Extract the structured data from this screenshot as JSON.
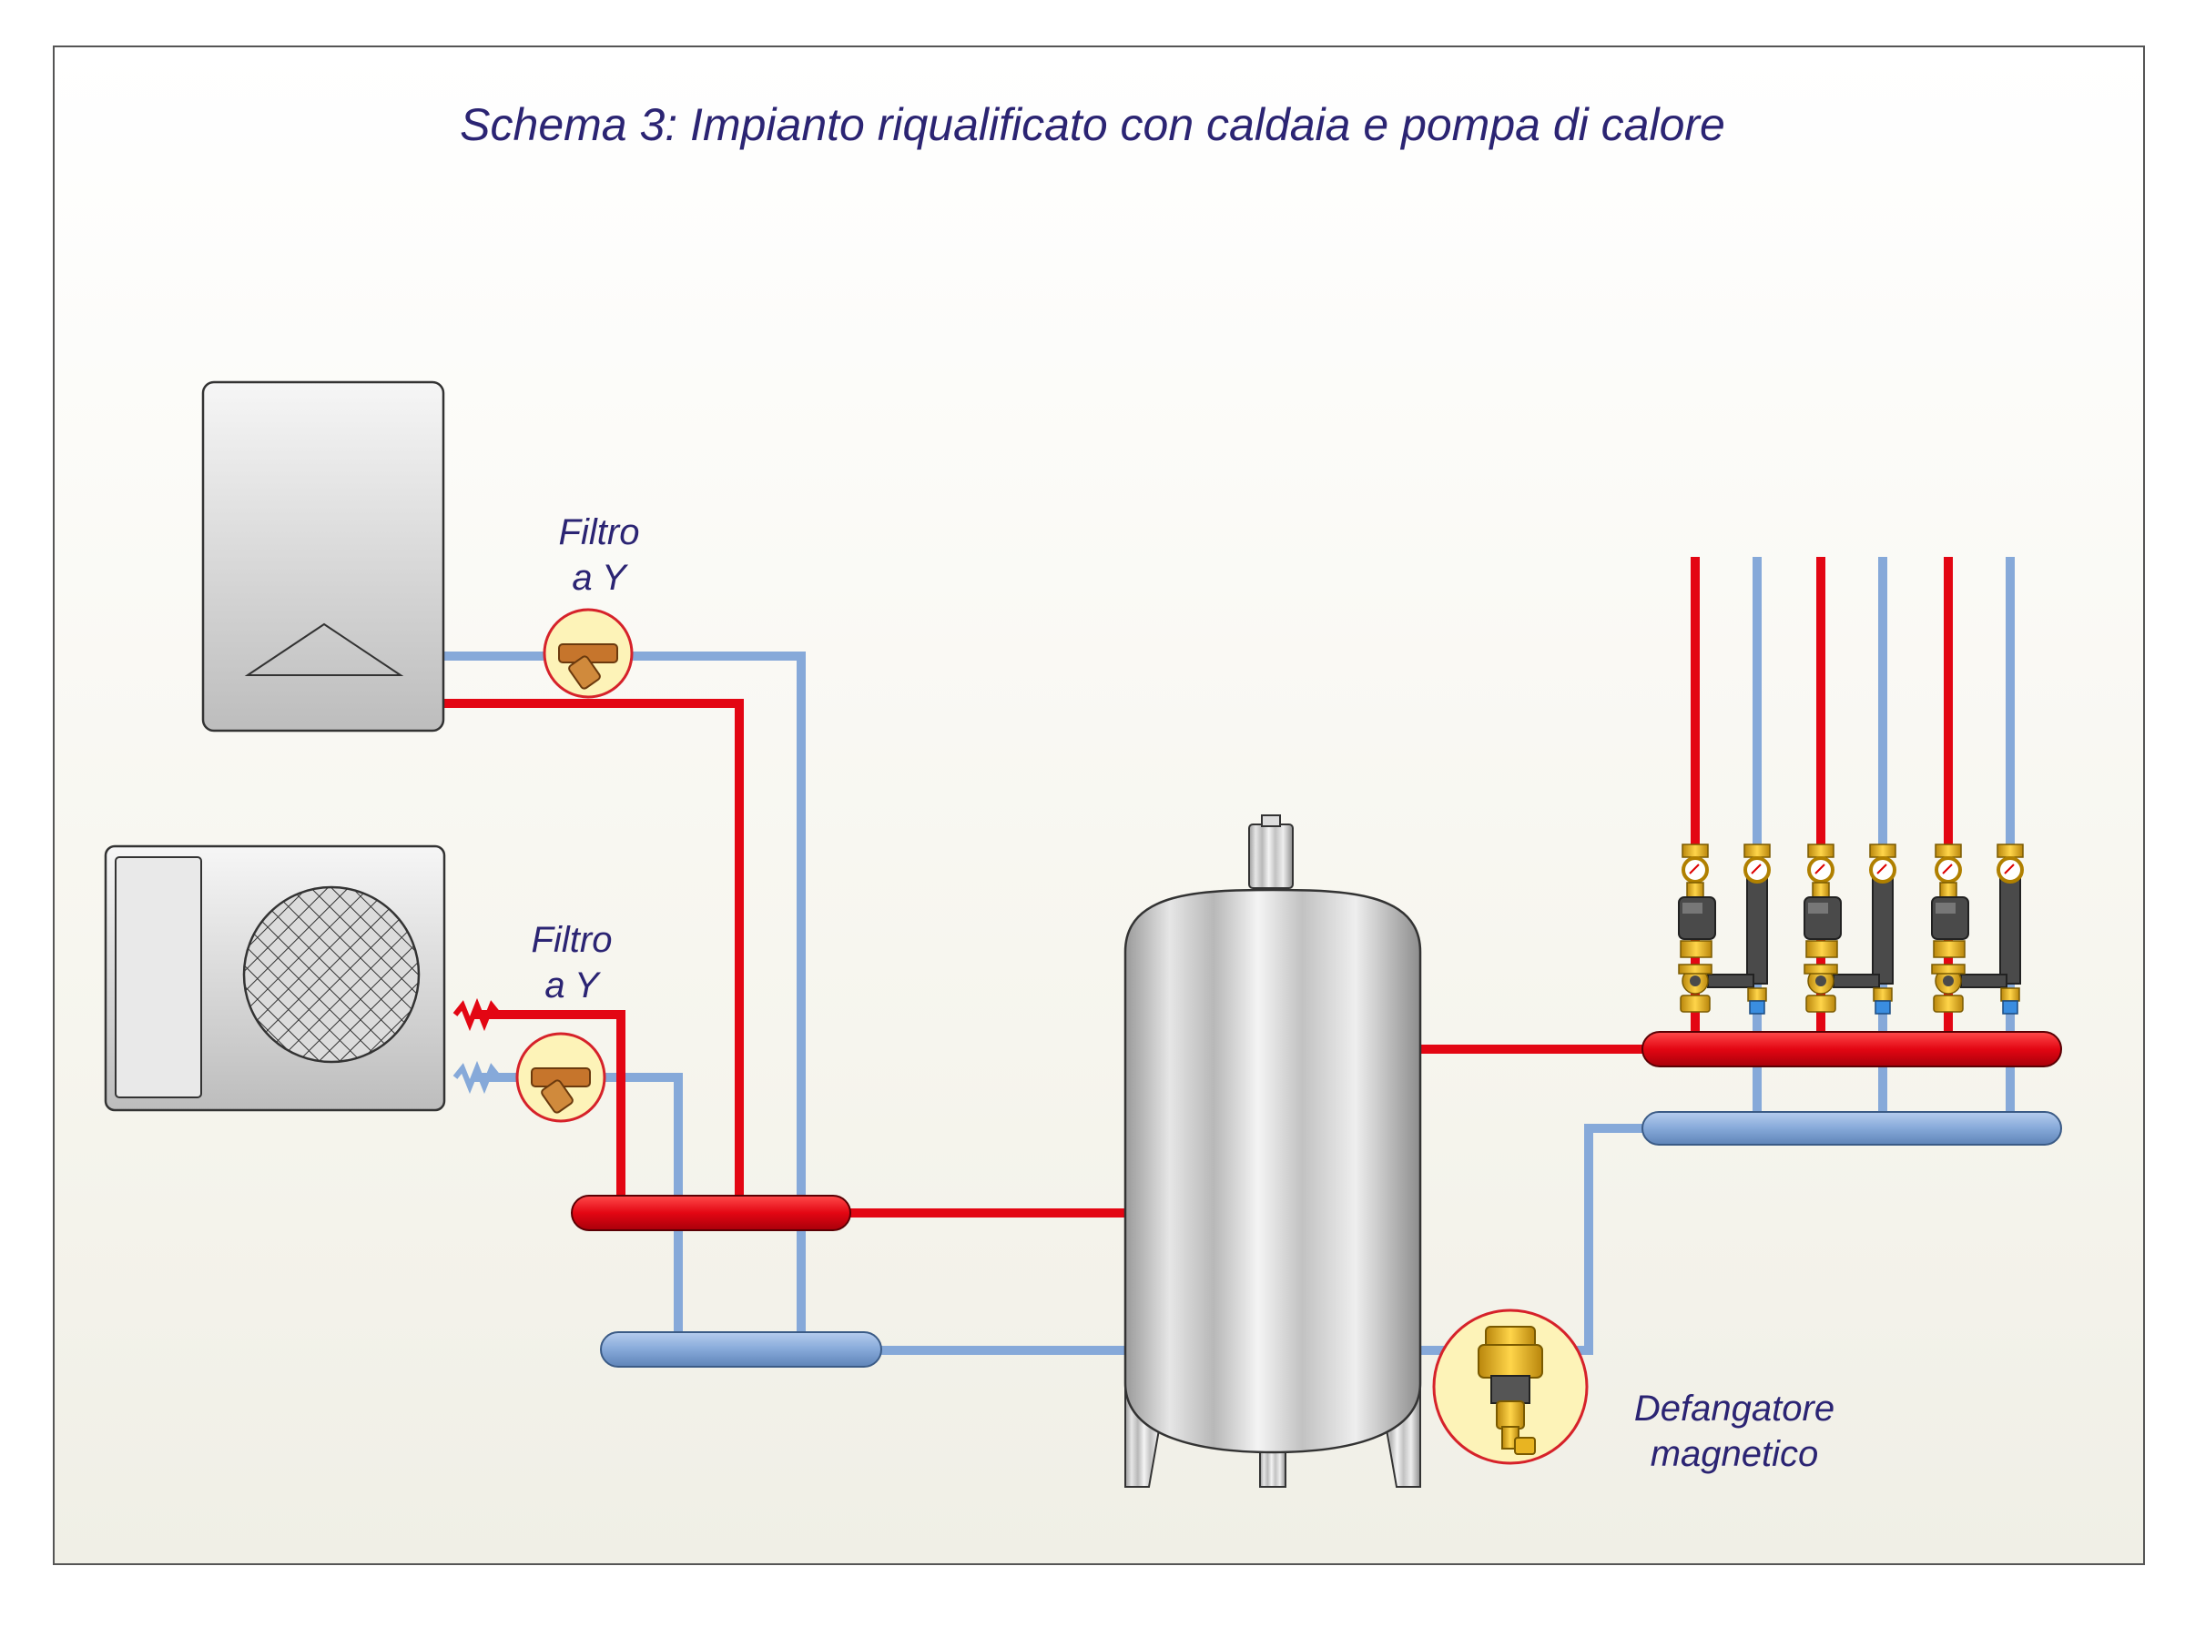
{
  "title": "Schema 3: Impianto riqualificato con caldaia e pompa di calore",
  "labels": {
    "filter_top": {
      "line1": "Filtro",
      "line2": "a Y"
    },
    "filter_bottom": {
      "line1": "Filtro",
      "line2": "a Y"
    },
    "defangatore": {
      "line1": "Defangatore",
      "line2": "magnetico"
    }
  },
  "components": [
    "boiler-icon",
    "heat-pump-icon",
    "y-filter-icon",
    "buffer-tank-icon",
    "manifold-icon",
    "pump-group-icon",
    "magnetic-dirt-separator-icon"
  ],
  "colors": {
    "hot": "#e30613",
    "cold": "#86a9d9",
    "text": "#2b2473",
    "brass": "#e8b422",
    "steel": "#cfcfcf"
  }
}
